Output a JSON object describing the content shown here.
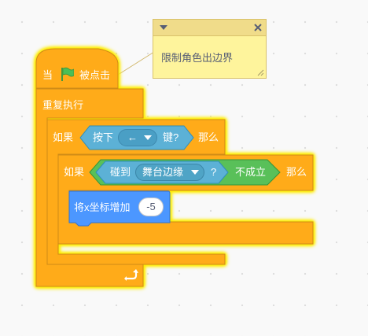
{
  "comment": {
    "text": "限制角色出边界",
    "collapse_icon": "triangle-down-icon",
    "close_icon": "close-x-icon",
    "resize_icon": "resize-grip-icon"
  },
  "script": {
    "hat_when": "当",
    "hat_flag_icon": "green-flag-icon",
    "hat_clicked": "被点击",
    "forever_label": "重复执行",
    "loop_arrow_icon": "loop-arrow-icon",
    "if1": {
      "if_label": "如果",
      "then_label": "那么",
      "key_pressed_prefix": "按下",
      "key_value": "←",
      "key_suffix": "键?"
    },
    "if2": {
      "if_label": "如果",
      "then_label": "那么",
      "touching_label": "碰到",
      "touching_value": "舞台边缘",
      "question": "?",
      "not_label": "不成立"
    },
    "change_x": {
      "label": "将x坐标增加",
      "value": "-5"
    }
  },
  "colors": {
    "control": "#ffab19",
    "sensing": "#5cb1d6",
    "operator": "#59c059",
    "motion": "#4c97ff",
    "glow": "#ffee00"
  }
}
